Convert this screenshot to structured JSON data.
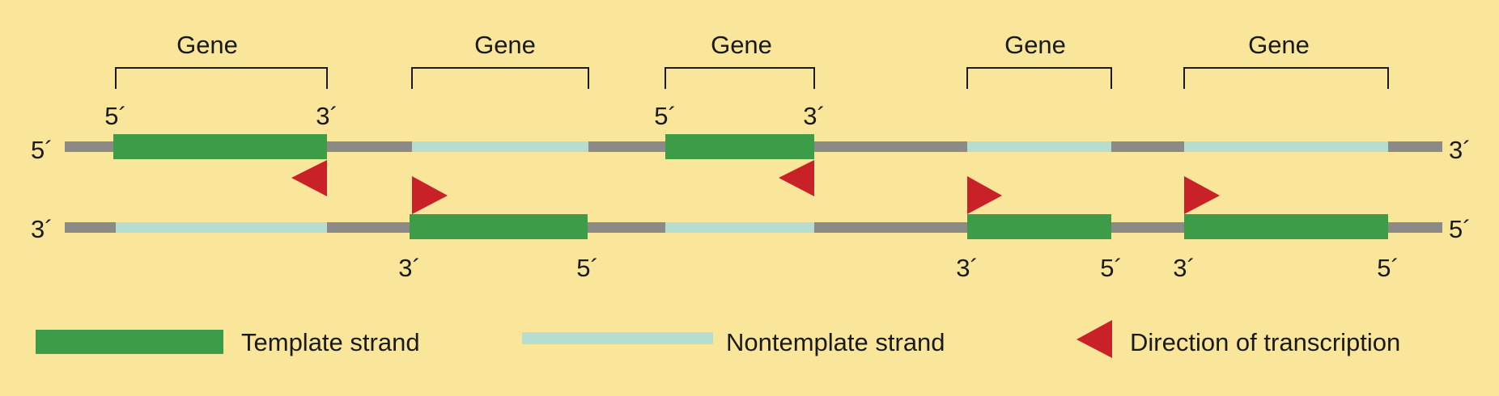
{
  "colors": {
    "background": "#f9e69a",
    "backbone": "#8c8a86",
    "template": "#3d9c47",
    "nontemplate": "#b5ddd0",
    "arrow": "#c82127",
    "text": "#1a1a1a"
  },
  "genes": [
    {
      "label": "Gene",
      "top_left_end": "5´",
      "top_right_end": "3´"
    },
    {
      "label": "Gene",
      "bottom_left_end": "3´",
      "bottom_right_end": "5´"
    },
    {
      "label": "Gene",
      "top_left_end": "5´",
      "top_right_end": "3´"
    },
    {
      "label": "Gene",
      "bottom_left_end": "3´",
      "bottom_right_end": "5´"
    },
    {
      "label": "Gene",
      "bottom_left_end": "3´",
      "bottom_right_end": "5´"
    }
  ],
  "strands": {
    "top_left_end": "5´",
    "top_right_end": "3´",
    "bottom_left_end": "3´",
    "bottom_right_end": "5´"
  },
  "legend": {
    "template": "Template strand",
    "nontemplate": "Nontemplate strand",
    "direction": "Direction of transcription"
  }
}
